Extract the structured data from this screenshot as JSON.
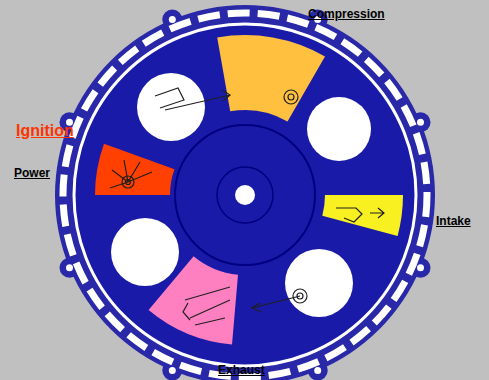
{
  "diagram": {
    "labels": [
      "Compression",
      "Ignition",
      "Power",
      "Intake",
      "Exhaust"
    ]
  }
}
